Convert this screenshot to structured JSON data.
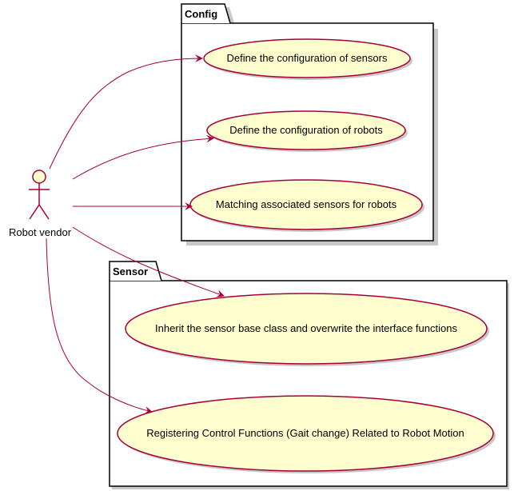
{
  "packages": {
    "config": {
      "title": "Config"
    },
    "sensor": {
      "title": "Sensor"
    }
  },
  "actor": {
    "label": "Robot vendor"
  },
  "usecases": {
    "uc1": "Define the configuration of sensors",
    "uc2": "Define the configuration of robots",
    "uc3": "Matching associated sensors for robots",
    "uc4": "Inherit the sensor base class and overwrite the interface functions",
    "uc5": "Registering Control Functions (Gait change) Related to Robot Motion"
  },
  "colors": {
    "usecase_fill": "#FEFECE",
    "usecase_border": "#A80036",
    "arrow": "#A80036",
    "package_border": "#000000",
    "shadow": "#C8C8C8"
  }
}
